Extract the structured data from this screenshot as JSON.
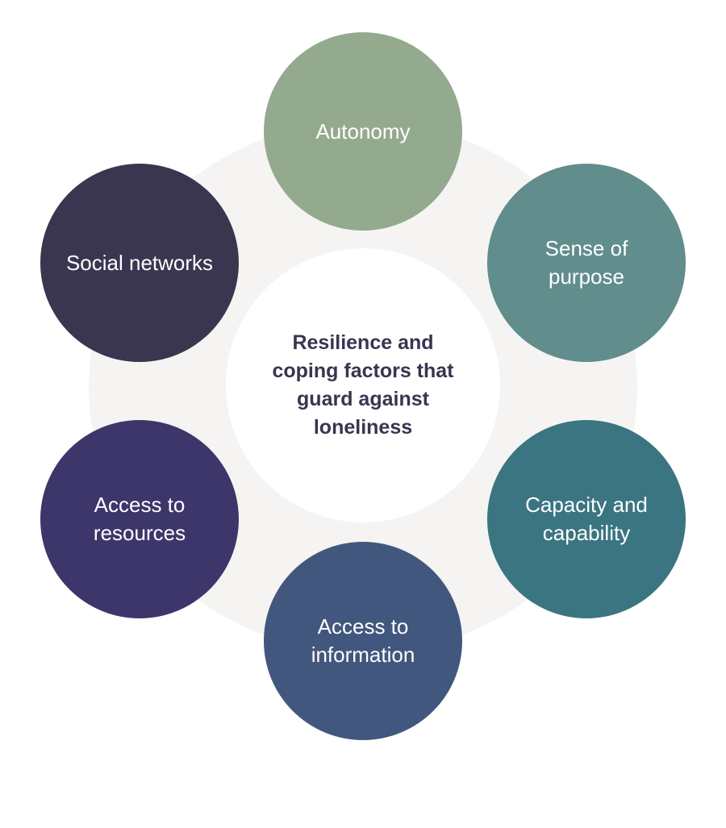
{
  "diagram": {
    "center_label": "Resilience and coping factors that guard against loneliness",
    "colors": {
      "ring": "#f5f4f2",
      "center": "#ffffff",
      "center_text": "#38354f"
    },
    "factors": [
      {
        "id": "autonomy",
        "label": "Autonomy",
        "color": "#94aa8f"
      },
      {
        "id": "sense-of-purpose",
        "label": "Sense of purpose",
        "color": "#618d8c"
      },
      {
        "id": "capacity-and-capability",
        "label": "Capacity and capability",
        "color": "#3a7581"
      },
      {
        "id": "access-to-information",
        "label": "Access to information",
        "color": "#42577d"
      },
      {
        "id": "access-to-resources",
        "label": "Access to resources",
        "color": "#3d366b"
      },
      {
        "id": "social-networks",
        "label": "Social networks",
        "color": "#3a3650"
      }
    ]
  }
}
